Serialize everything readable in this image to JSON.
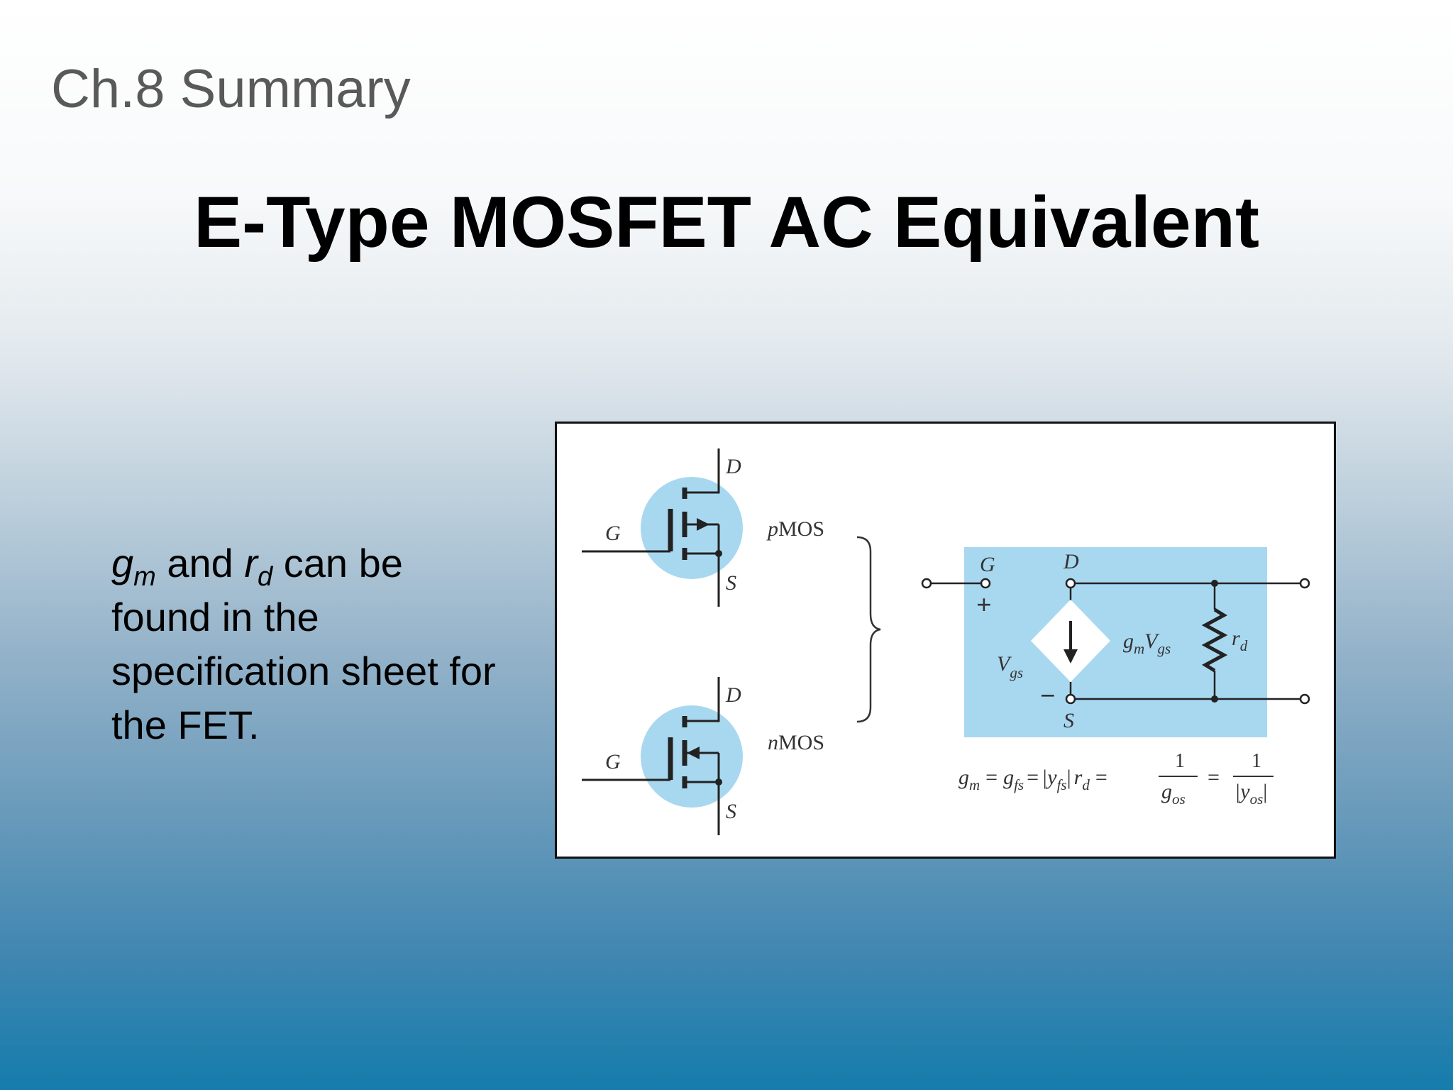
{
  "slide": {
    "section": "Ch.8 Summary",
    "title": "E-Type MOSFET AC Equivalent"
  },
  "body": {
    "gm_symbol": "g",
    "gm_sub": "m",
    "and_text": " and ",
    "rd_symbol": "r",
    "rd_sub": "d",
    "rest_text": " can be found in the specification sheet for the FET."
  },
  "figure": {
    "pmos": {
      "gate": "G",
      "drain": "D",
      "source": "S",
      "name_italic": "p",
      "name_rest": "MOS"
    },
    "nmos": {
      "gate": "G",
      "drain": "D",
      "source": "S",
      "name_italic": "n",
      "name_rest": "MOS"
    },
    "equivalent": {
      "gate": "G",
      "drain": "D",
      "source": "S",
      "plus": "+",
      "minus": "−",
      "vgs_main": "V",
      "vgs_sub": "gs",
      "source_main": "g",
      "source_sub1": "m",
      "source_v": "V",
      "source_sub2": "gs",
      "rd_main": "r",
      "rd_sub": "d"
    },
    "formula": {
      "gm": "g",
      "gm_sub": "m",
      "eq1": "=",
      "gfs": "g",
      "gfs_sub": "fs",
      "eq2": "=",
      "yfs": "|y",
      "yfs_sub": "fs",
      "yfs_close": "|",
      "rd": "r",
      "rd_sub": "d",
      "eq3": "=",
      "num1": "1",
      "gos": "g",
      "gos_sub": "os",
      "eq4": "=",
      "num2": "1",
      "yos": "|y",
      "yos_sub": "os",
      "yos_close": "|"
    },
    "colors": {
      "highlight": "#a8d8f0",
      "line": "#222222"
    }
  }
}
